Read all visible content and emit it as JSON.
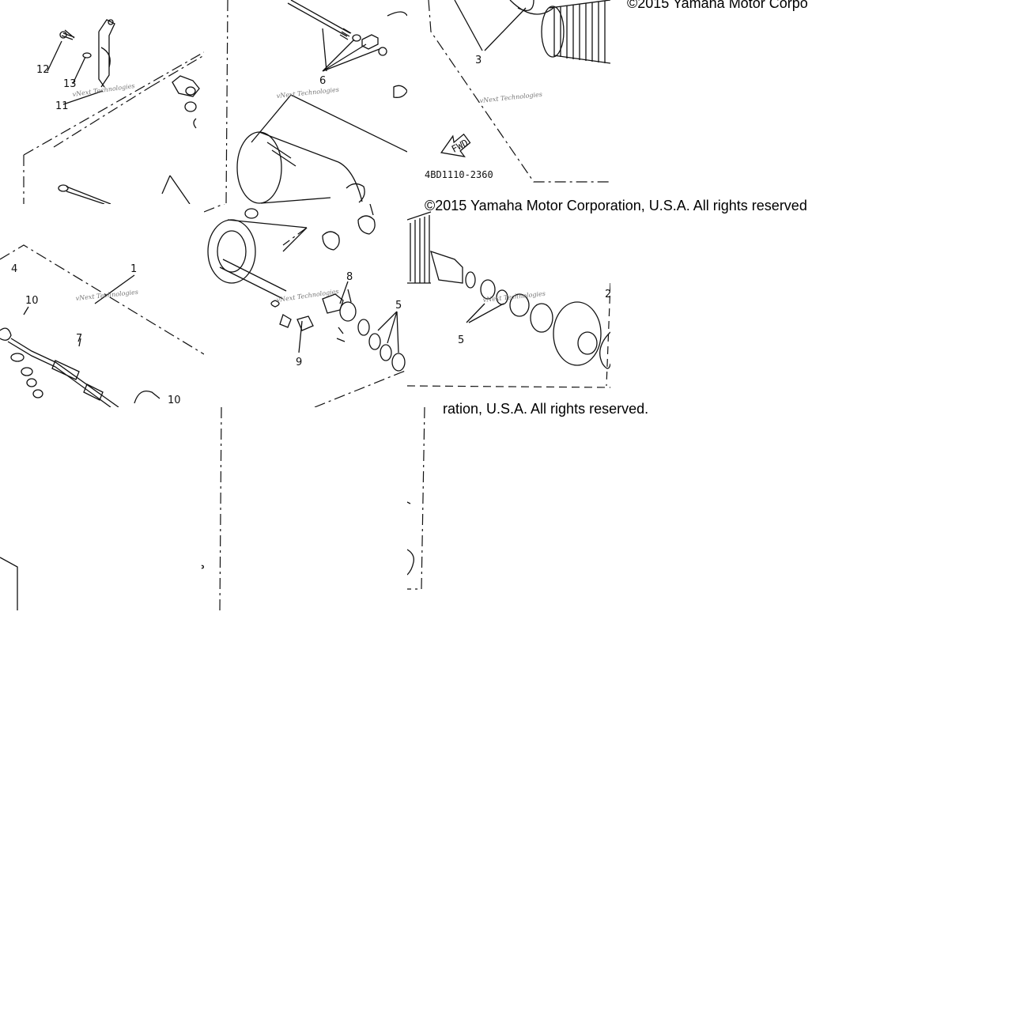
{
  "diagram": {
    "copyright_main": "©2015 Yamaha Motor Corporation, U.S.A. All rights reserved.",
    "copyright_top_fragment": "©2015 Yamaha Motor Corpo",
    "copyright_mid_fragment": "©2015 Yamaha Motor Corporation, U.S.A. All rights reserved",
    "copyright_low_fragment": "ration, U.S.A. All rights reserved.",
    "part_code": "4BD1110-2360",
    "fwd_label": "FWD",
    "watermark": "vNext Technologies",
    "callouts": {
      "c1": "1",
      "c2": "2",
      "c3": "3",
      "c4": "4",
      "c5a": "5",
      "c5b": "5",
      "c6": "6",
      "c7": "7",
      "c8": "8",
      "c9": "9",
      "c10a": "10",
      "c10b": "10",
      "c11": "11",
      "c12": "12",
      "c13": "13"
    }
  }
}
